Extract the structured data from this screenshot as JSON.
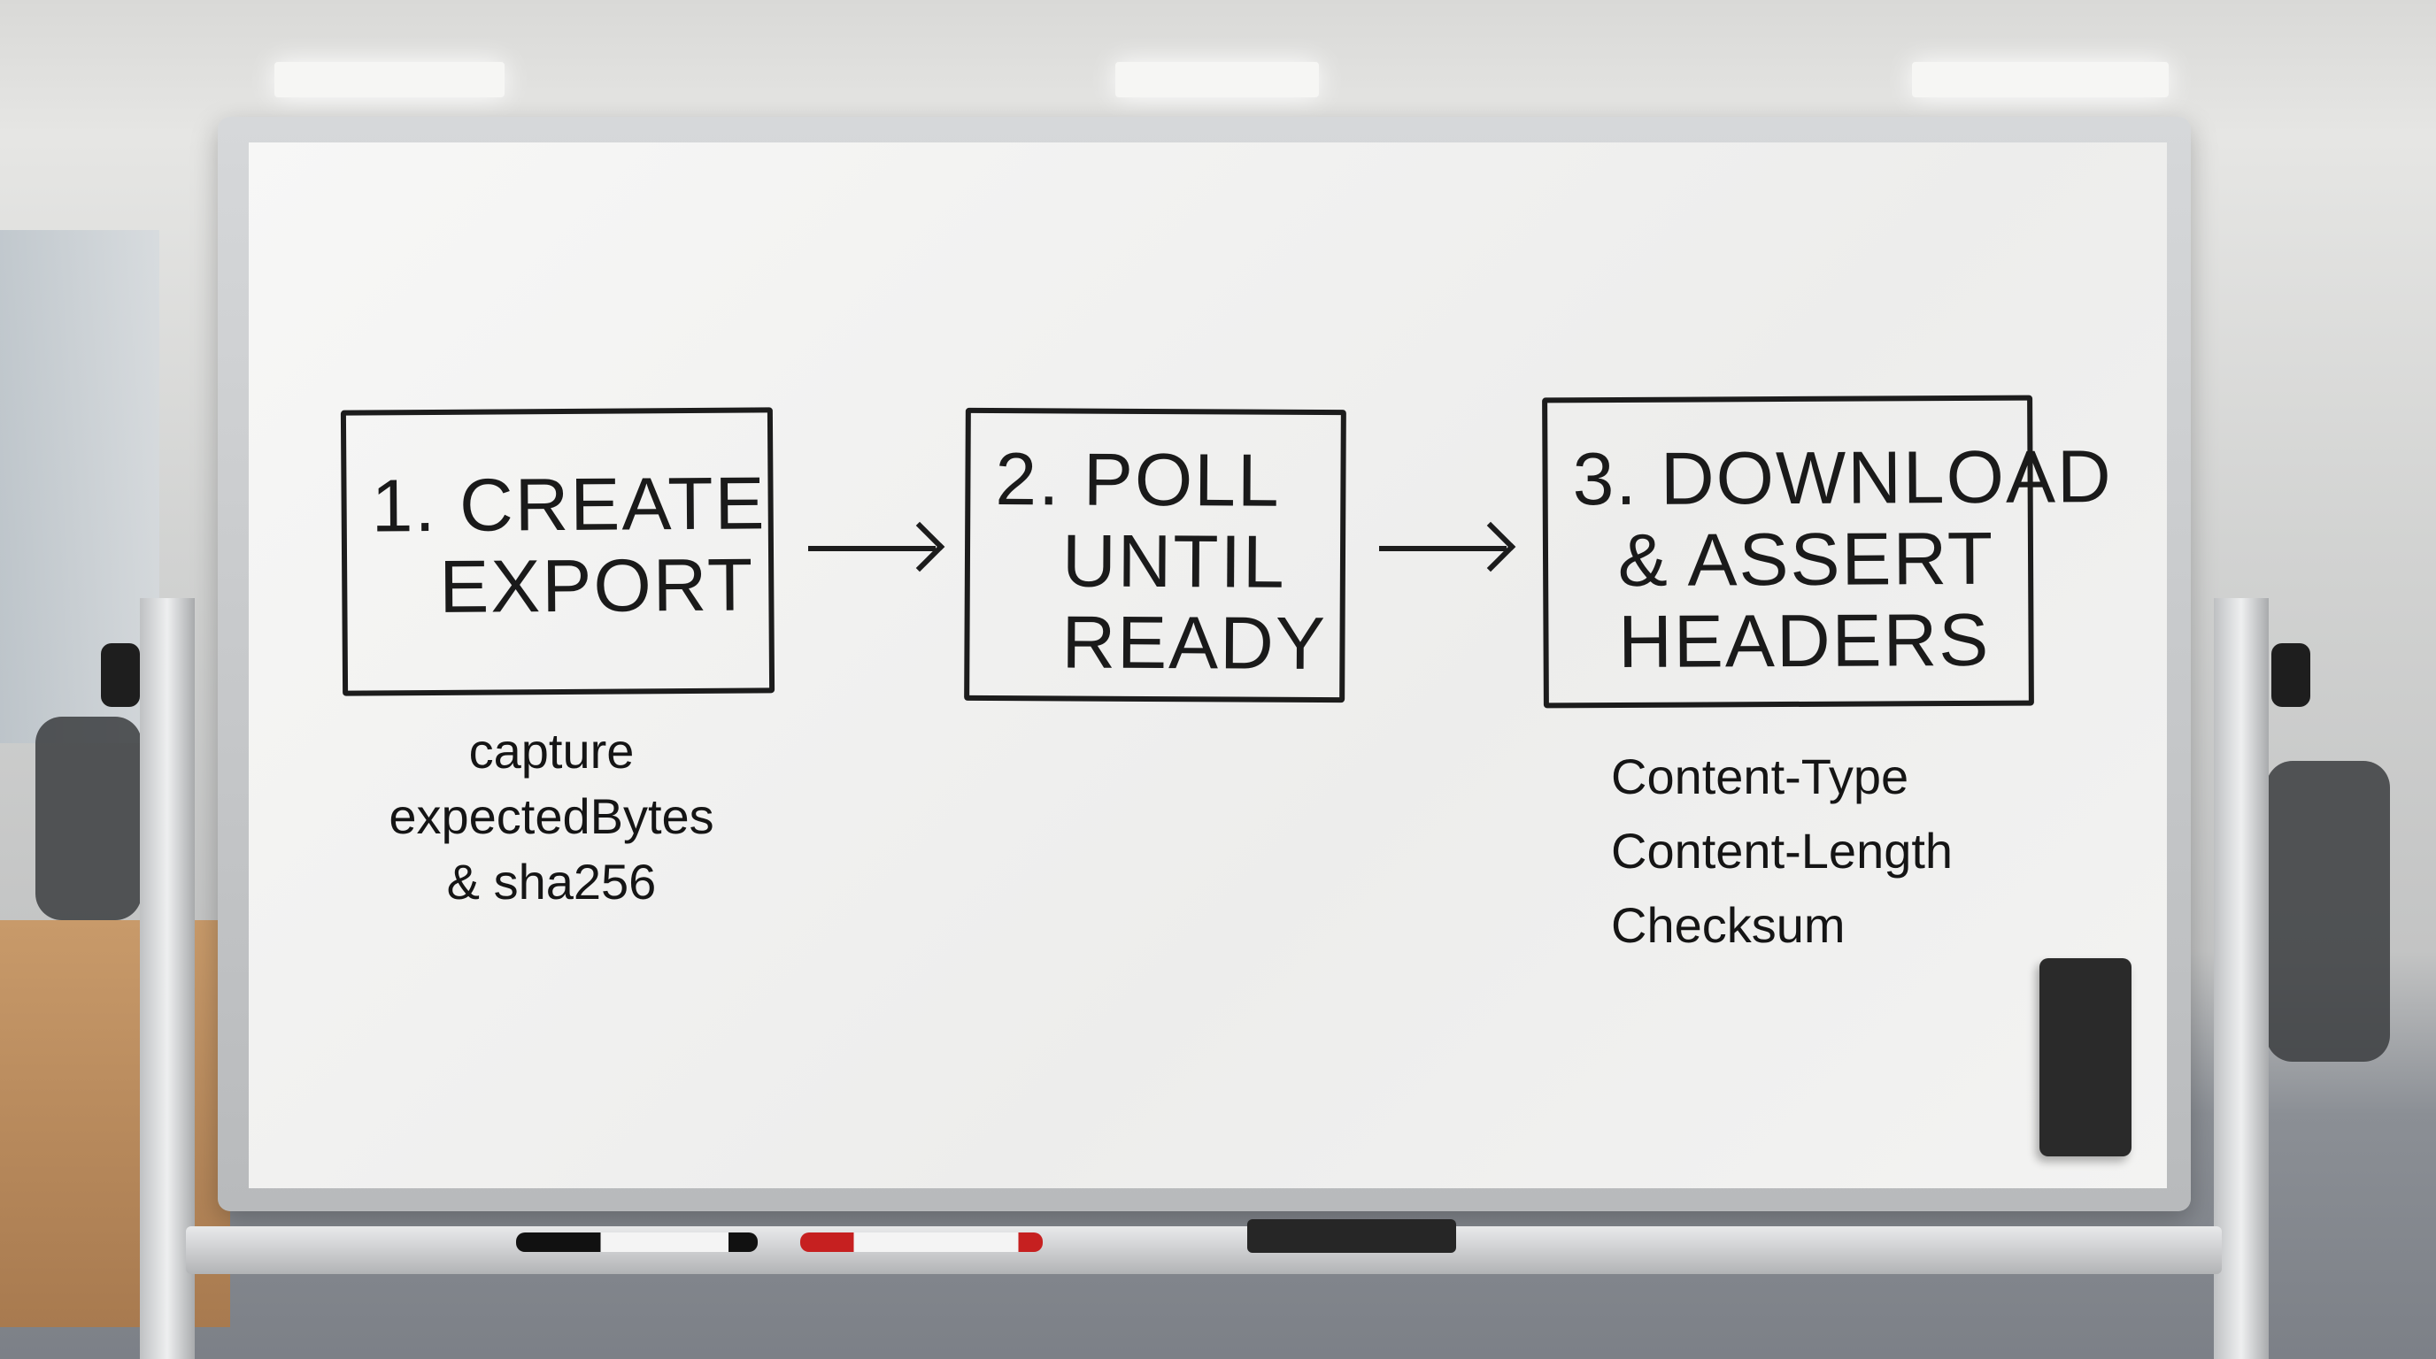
{
  "diagram": {
    "steps": [
      {
        "label": "1. CREATE\n   EXPORT"
      },
      {
        "label": "2. POLL\n   UNTIL\n   READY"
      },
      {
        "label": "3. DOWNLOAD\n  & ASSERT\n  HEADERS"
      }
    ],
    "notes": {
      "step1": [
        "capture",
        "expectedBytes",
        "& sha256"
      ],
      "step3": [
        "Content-Type",
        "Content-Length",
        "Checksum"
      ]
    }
  }
}
